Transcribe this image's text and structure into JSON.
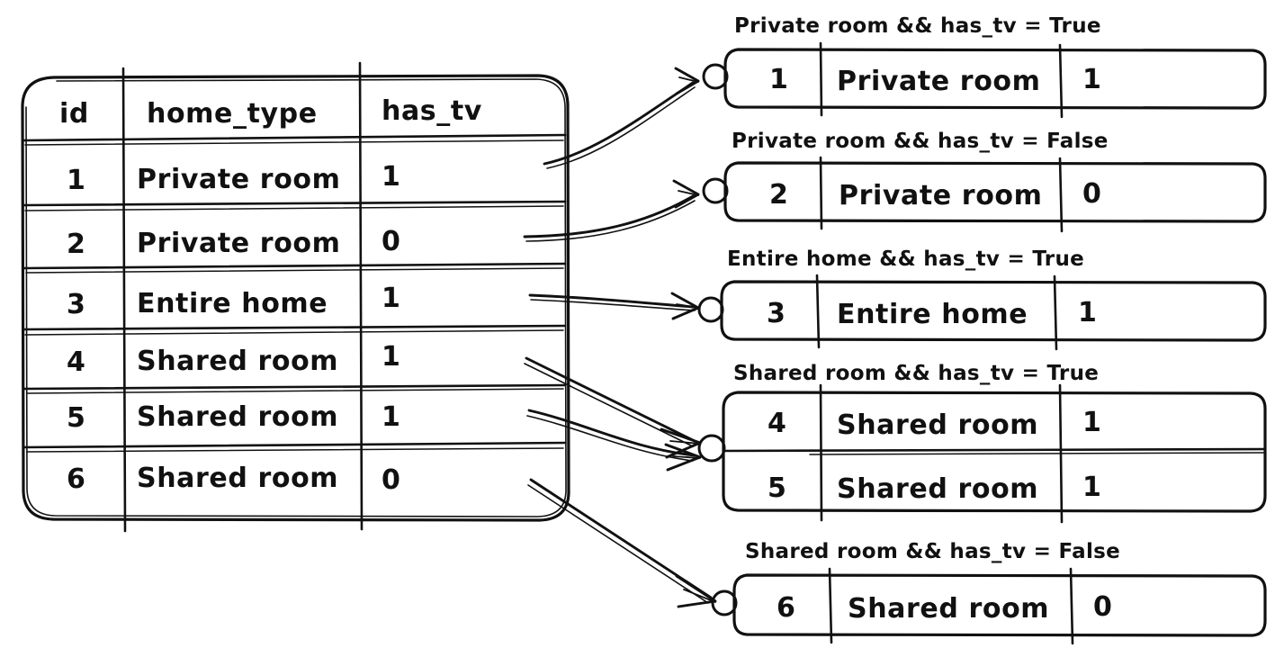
{
  "diagram": {
    "type": "grouping-flow-diagram",
    "title_present": false,
    "background_color": "#ffffff",
    "ink_color": "#111111"
  },
  "source_table": {
    "name": "source-table",
    "columns": [
      "id",
      "home_type",
      "has_tv"
    ],
    "rows": [
      {
        "id": "1",
        "home_type": "Private room",
        "has_tv": "1"
      },
      {
        "id": "2",
        "home_type": "Private room",
        "has_tv": "0"
      },
      {
        "id": "3",
        "home_type": "Entire home",
        "has_tv": "1"
      },
      {
        "id": "4",
        "home_type": "Shared room",
        "has_tv": "1"
      },
      {
        "id": "5",
        "home_type": "Shared room",
        "has_tv": "1"
      },
      {
        "id": "6",
        "home_type": "Shared room",
        "has_tv": "0"
      }
    ]
  },
  "groups": [
    {
      "label": "Private room && has_tv = True",
      "rows": [
        {
          "id": "1",
          "home_type": "Private room",
          "has_tv": "1"
        }
      ]
    },
    {
      "label": "Private room && has_tv = False",
      "rows": [
        {
          "id": "2",
          "home_type": "Private room",
          "has_tv": "0"
        }
      ]
    },
    {
      "label": "Entire home && has_tv = True",
      "rows": [
        {
          "id": "3",
          "home_type": "Entire home",
          "has_tv": "1"
        }
      ]
    },
    {
      "label": "Shared room && has_tv = True",
      "rows": [
        {
          "id": "4",
          "home_type": "Shared room",
          "has_tv": "1"
        },
        {
          "id": "5",
          "home_type": "Shared room",
          "has_tv": "1"
        }
      ]
    },
    {
      "label": "Shared room && has_tv = False",
      "rows": [
        {
          "id": "6",
          "home_type": "Shared room",
          "has_tv": "0"
        }
      ]
    }
  ],
  "connectors": [
    {
      "name": "arrow-row-1-to-group-1",
      "from_row": "1",
      "to_group": "Private room && has_tv = True"
    },
    {
      "name": "arrow-row-2-to-group-2",
      "from_row": "2",
      "to_group": "Private room && has_tv = False"
    },
    {
      "name": "arrow-row-3-to-group-3",
      "from_row": "3",
      "to_group": "Entire home && has_tv = True"
    },
    {
      "name": "arrow-row-4-to-group-4",
      "from_row": "4",
      "to_group": "Shared room && has_tv = True"
    },
    {
      "name": "arrow-row-5-to-group-4",
      "from_row": "5",
      "to_group": "Shared room && has_tv = True"
    },
    {
      "name": "arrow-row-6-to-group-5",
      "from_row": "6",
      "to_group": "Shared room && has_tv = False"
    }
  ]
}
